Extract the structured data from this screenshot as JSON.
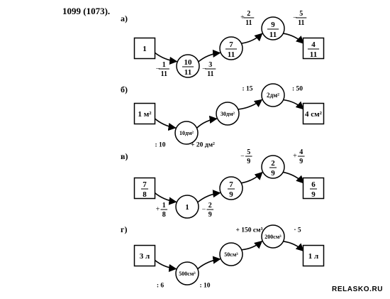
{
  "problem_number": "1099 (1073).",
  "watermark": "RELASKO.RU",
  "chains": [
    {
      "letter": "а)",
      "nodes": [
        {
          "shape": "square",
          "value": {
            "t": "text",
            "v": "1"
          }
        },
        {
          "shape": "circle",
          "value": {
            "t": "frac",
            "n": "10",
            "d": "11"
          }
        },
        {
          "shape": "circle",
          "value": {
            "t": "frac",
            "n": "7",
            "d": "11"
          }
        },
        {
          "shape": "circle",
          "value": {
            "t": "frac",
            "n": "9",
            "d": "11"
          }
        },
        {
          "shape": "square",
          "value": {
            "t": "frac",
            "n": "4",
            "d": "11"
          }
        }
      ],
      "ops": [
        {
          "side": "below",
          "value": {
            "t": "frac",
            "s": "−",
            "n": "1",
            "d": "11"
          }
        },
        {
          "side": "below",
          "value": {
            "t": "frac",
            "s": "−",
            "n": "3",
            "d": "11"
          }
        },
        {
          "side": "above",
          "value": {
            "t": "frac",
            "s": "+",
            "n": "2",
            "d": "11"
          }
        },
        {
          "side": "above",
          "value": {
            "t": "frac",
            "s": "−",
            "n": "5",
            "d": "11"
          }
        }
      ]
    },
    {
      "letter": "б)",
      "nodes": [
        {
          "shape": "square",
          "value": {
            "t": "text",
            "v": "1 м²"
          }
        },
        {
          "shape": "circle",
          "value": {
            "t": "text",
            "v": "10дм²"
          }
        },
        {
          "shape": "circle",
          "value": {
            "t": "text",
            "v": "30дм²"
          }
        },
        {
          "shape": "circle",
          "value": {
            "t": "text",
            "v": "2дм²"
          }
        },
        {
          "shape": "square",
          "value": {
            "t": "text",
            "v": "4 см²"
          }
        }
      ],
      "ops": [
        {
          "side": "below",
          "value": {
            "t": "text",
            "v": ": 10"
          }
        },
        {
          "side": "below",
          "value": {
            "t": "text",
            "v": "+ 20 дм²"
          }
        },
        {
          "side": "above",
          "value": {
            "t": "text",
            "v": ": 15"
          }
        },
        {
          "side": "above",
          "value": {
            "t": "text",
            "v": ": 50"
          }
        }
      ]
    },
    {
      "letter": "в)",
      "nodes": [
        {
          "shape": "square",
          "value": {
            "t": "frac",
            "n": "7",
            "d": "8"
          }
        },
        {
          "shape": "circle",
          "value": {
            "t": "text",
            "v": "1"
          }
        },
        {
          "shape": "circle",
          "value": {
            "t": "frac",
            "n": "7",
            "d": "9"
          }
        },
        {
          "shape": "circle",
          "value": {
            "t": "frac",
            "n": "2",
            "d": "9"
          }
        },
        {
          "shape": "square",
          "value": {
            "t": "frac",
            "n": "6",
            "d": "9"
          }
        }
      ],
      "ops": [
        {
          "side": "below",
          "value": {
            "t": "frac",
            "s": "+",
            "n": "1",
            "d": "8"
          }
        },
        {
          "side": "below",
          "value": {
            "t": "frac",
            "s": "−",
            "n": "2",
            "d": "9"
          }
        },
        {
          "side": "above",
          "value": {
            "t": "frac",
            "s": "−",
            "n": "5",
            "d": "9"
          }
        },
        {
          "side": "above",
          "value": {
            "t": "frac",
            "s": "+",
            "n": "4",
            "d": "9"
          }
        }
      ]
    },
    {
      "letter": "г)",
      "nodes": [
        {
          "shape": "square",
          "value": {
            "t": "text",
            "v": "3 л"
          }
        },
        {
          "shape": "circle",
          "value": {
            "t": "text",
            "v": "500см³"
          }
        },
        {
          "shape": "circle",
          "value": {
            "t": "text",
            "v": "50см³"
          }
        },
        {
          "shape": "circle",
          "value": {
            "t": "text",
            "v": "200см³"
          }
        },
        {
          "shape": "square",
          "value": {
            "t": "text",
            "v": "1 л"
          }
        }
      ],
      "ops": [
        {
          "side": "below",
          "value": {
            "t": "text",
            "v": ": 6"
          }
        },
        {
          "side": "below",
          "value": {
            "t": "text",
            "v": ": 10"
          }
        },
        {
          "side": "above",
          "value": {
            "t": "text",
            "v": "+ 150 см³"
          }
        },
        {
          "side": "above",
          "value": {
            "t": "text",
            "v": "· 5"
          }
        }
      ]
    }
  ]
}
